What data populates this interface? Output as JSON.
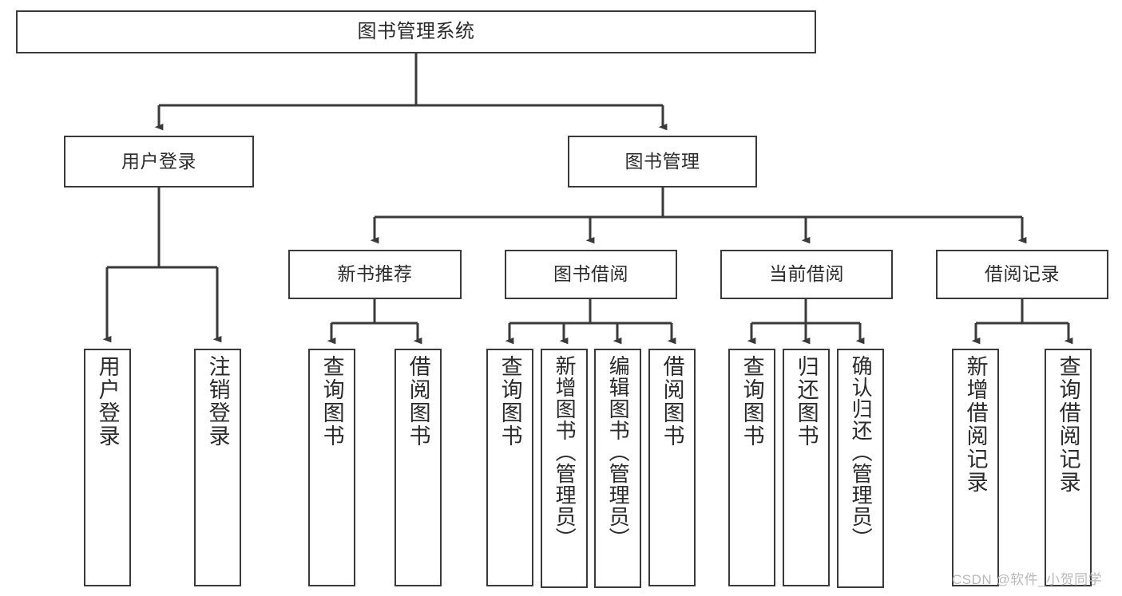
{
  "diagram": {
    "title": "图书管理系统",
    "type": "tree-hierarchy",
    "root": {
      "id": "root",
      "label": "图书管理系统"
    },
    "level1": [
      {
        "id": "user-login",
        "label": "用户登录"
      },
      {
        "id": "book-mgmt",
        "label": "图书管理"
      }
    ],
    "level2": [
      {
        "id": "new-book-rec",
        "label": "新书推荐",
        "parent": "book-mgmt"
      },
      {
        "id": "book-borrow",
        "label": "图书借阅",
        "parent": "book-mgmt"
      },
      {
        "id": "current-borrow",
        "label": "当前借阅",
        "parent": "book-mgmt"
      },
      {
        "id": "borrow-record",
        "label": "借阅记录",
        "parent": "book-mgmt"
      }
    ],
    "leaves": [
      {
        "id": "leaf-user-login",
        "label": "用户登录",
        "parent": "user-login"
      },
      {
        "id": "leaf-user-logout",
        "label": "注销登录",
        "parent": "user-login"
      },
      {
        "id": "leaf-rec-query",
        "label": "查询图书",
        "parent": "new-book-rec"
      },
      {
        "id": "leaf-rec-borrow",
        "label": "借阅图书",
        "parent": "new-book-rec"
      },
      {
        "id": "leaf-borrow-query",
        "label": "查询图书",
        "parent": "book-borrow"
      },
      {
        "id": "leaf-borrow-add",
        "label": "新增图书（管理员）",
        "parent": "book-borrow"
      },
      {
        "id": "leaf-borrow-edit",
        "label": "编辑图书（管理员）",
        "parent": "book-borrow"
      },
      {
        "id": "leaf-borrow-do",
        "label": "借阅图书",
        "parent": "book-borrow"
      },
      {
        "id": "leaf-cur-query",
        "label": "查询图书",
        "parent": "current-borrow"
      },
      {
        "id": "leaf-cur-return",
        "label": "归还图书",
        "parent": "current-borrow"
      },
      {
        "id": "leaf-cur-confirm",
        "label": "确认归还（管理员）",
        "parent": "current-borrow"
      },
      {
        "id": "leaf-rec-add",
        "label": "新增借阅记录",
        "parent": "borrow-record"
      },
      {
        "id": "leaf-rec-query-record",
        "label": "查询借阅记录",
        "parent": "borrow-record"
      }
    ],
    "watermark": "CSDN @软件_小贺同学",
    "colors": {
      "stroke": "#3a3a3a",
      "fill": "#ffffff",
      "text": "#2b2b2b",
      "watermark": "#b9b9b9"
    }
  }
}
